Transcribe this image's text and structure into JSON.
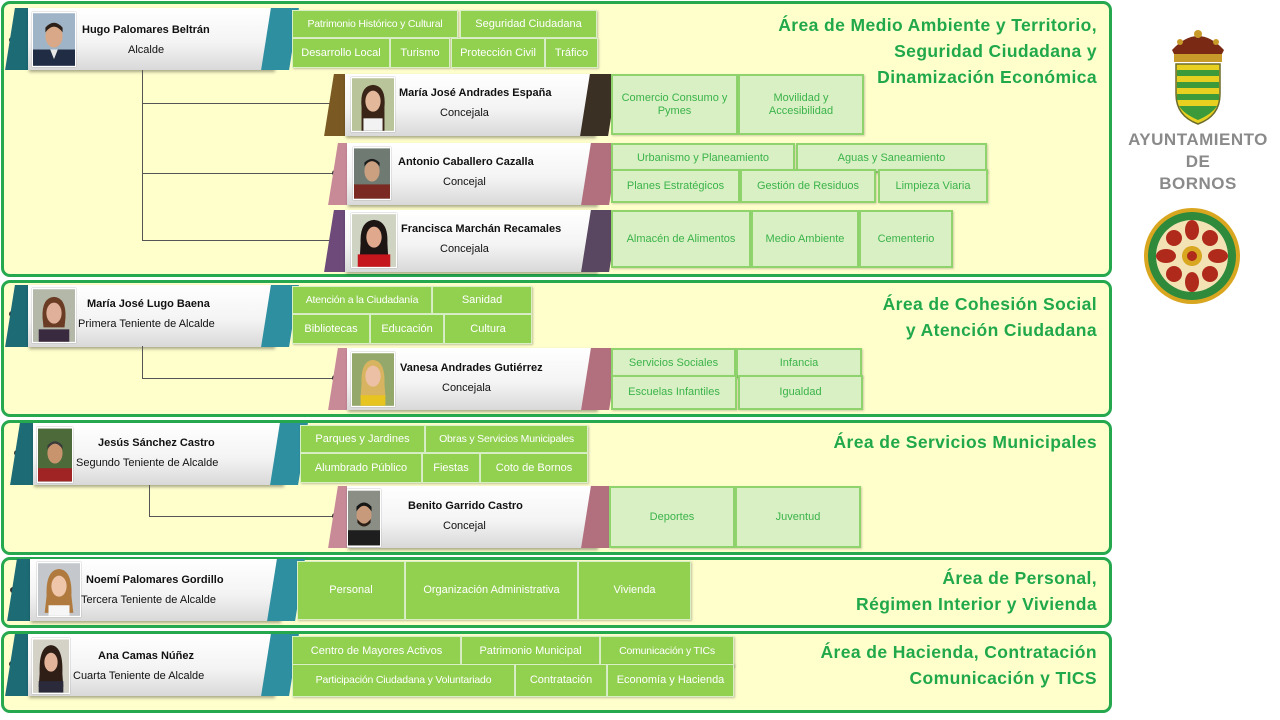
{
  "colors": {
    "border": "#26a84f",
    "area_bg": "#ffffcc",
    "tag_solid": "#92d050",
    "tag_pale": "#d9f0c4",
    "title": "#20a84a"
  },
  "areas": [
    {
      "title": "Área de Medio Ambiente y Territorio,\nSeguridad Ciudadana y\nDinamización Económica",
      "head": {
        "name": "Hugo Palomares Beltrán",
        "role": "Alcalde",
        "tags_row1": [
          "Patrimonio Histórico y Cultural",
          "Seguridad Ciudadana"
        ],
        "tags_row2": [
          "Desarrollo Local",
          "Turismo",
          "Protección Civil",
          "Tráfico"
        ]
      },
      "members": [
        {
          "name": "María José Andrades España",
          "role": "Concejala",
          "tags": [
            "Comercio Consumo y Pymes",
            "Movilidad y Accesibilidad"
          ]
        },
        {
          "name": "Antonio Caballero Cazalla",
          "role": "Concejal",
          "tags_row1": [
            "Urbanismo y Planeamiento",
            "Aguas y Saneamiento"
          ],
          "tags_row2": [
            "Planes Estratégicos",
            "Gestión de Residuos",
            "Limpieza Viaria"
          ]
        },
        {
          "name": "Francisca Marchán Recamales",
          "role": "Concejala",
          "tags": [
            "Almacén de Alimentos",
            "Medio Ambiente",
            "Cementerio"
          ]
        }
      ]
    },
    {
      "title": "Área de Cohesión Social\ny Atención Ciudadana",
      "head": {
        "name": "María José Lugo Baena",
        "role": "Primera Teniente de Alcalde",
        "tags_row1": [
          "Atención a la Ciudadanía",
          "Sanidad"
        ],
        "tags_row2": [
          "Bibliotecas",
          "Educación",
          "Cultura"
        ]
      },
      "members": [
        {
          "name": "Vanesa Andrades Gutiérrez",
          "role": "Concejala",
          "tags_row1": [
            "Servicios Sociales",
            "Infancia"
          ],
          "tags_row2": [
            "Escuelas Infantiles",
            "Igualdad"
          ]
        }
      ]
    },
    {
      "title": "Área de Servicios Municipales",
      "head": {
        "name": "Jesús Sánchez Castro",
        "role": "Segundo Teniente de Alcalde",
        "tags_row1": [
          "Parques y Jardines",
          "Obras y Servicios Municipales"
        ],
        "tags_row2": [
          "Alumbrado Público",
          "Fiestas",
          "Coto de Bornos"
        ]
      },
      "members": [
        {
          "name": "Benito Garrido Castro",
          "role": "Concejal",
          "tags": [
            "Deportes",
            "Juventud"
          ]
        }
      ]
    },
    {
      "title": "Área de Personal,\nRégimen Interior y Vivienda",
      "head": {
        "name": "Noemí Palomares Gordillo",
        "role": "Tercera Teniente de Alcalde",
        "tags": [
          "Personal",
          "Organización Administrativa",
          "Vivienda"
        ]
      },
      "members": []
    },
    {
      "title": "Área de Hacienda, Contratación\nComunicación y TICS",
      "head": {
        "name": "Ana Camas Núñez",
        "role": "Cuarta Teniente de Alcalde",
        "tags_row1": [
          "Centro de Mayores Activos",
          "Patrimonio Municipal",
          "Comunicación y TICs"
        ],
        "tags_row2": [
          "Participación Ciudadana y Voluntariado",
          "Contratación",
          "Economía y Hacienda"
        ]
      },
      "members": []
    }
  ],
  "logo": {
    "line1": "AYUNTAMIENTO",
    "line2": "DE",
    "line3": "BORNOS",
    "emblem": "coat-of-arms",
    "seal": "floral-seal"
  }
}
